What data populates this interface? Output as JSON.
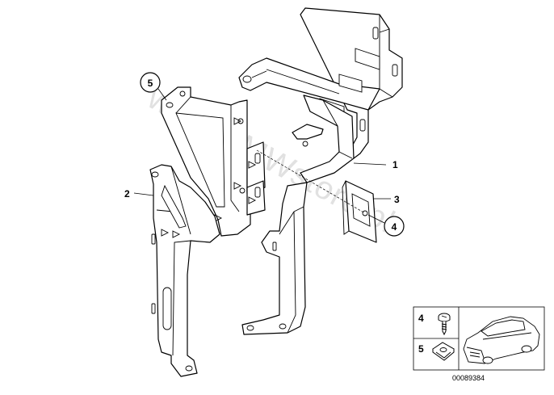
{
  "watermark": "www.BMWstore.pl",
  "callouts": {
    "part1": "1",
    "part2": "2",
    "part3": "3",
    "part4_circle": "4",
    "part5_circle": "5"
  },
  "inset": {
    "row1_label": "4",
    "row2_label": "5",
    "diagram_number": "00089384"
  }
}
